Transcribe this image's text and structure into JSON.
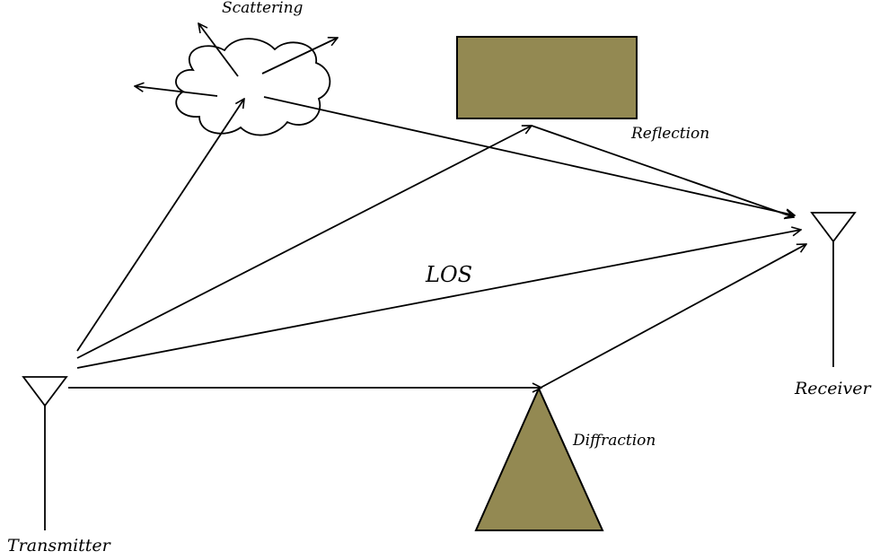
{
  "labels": {
    "scattering": "Scattering",
    "reflection": "Reflection",
    "los": "LOS",
    "receiver": "Receiver",
    "diffraction": "Diffraction",
    "transmitter": "Transmitter"
  },
  "colors": {
    "obstacle_fill": "#938952",
    "obstacle_stroke": "#000000",
    "line": "#000000",
    "background": "#ffffff"
  }
}
